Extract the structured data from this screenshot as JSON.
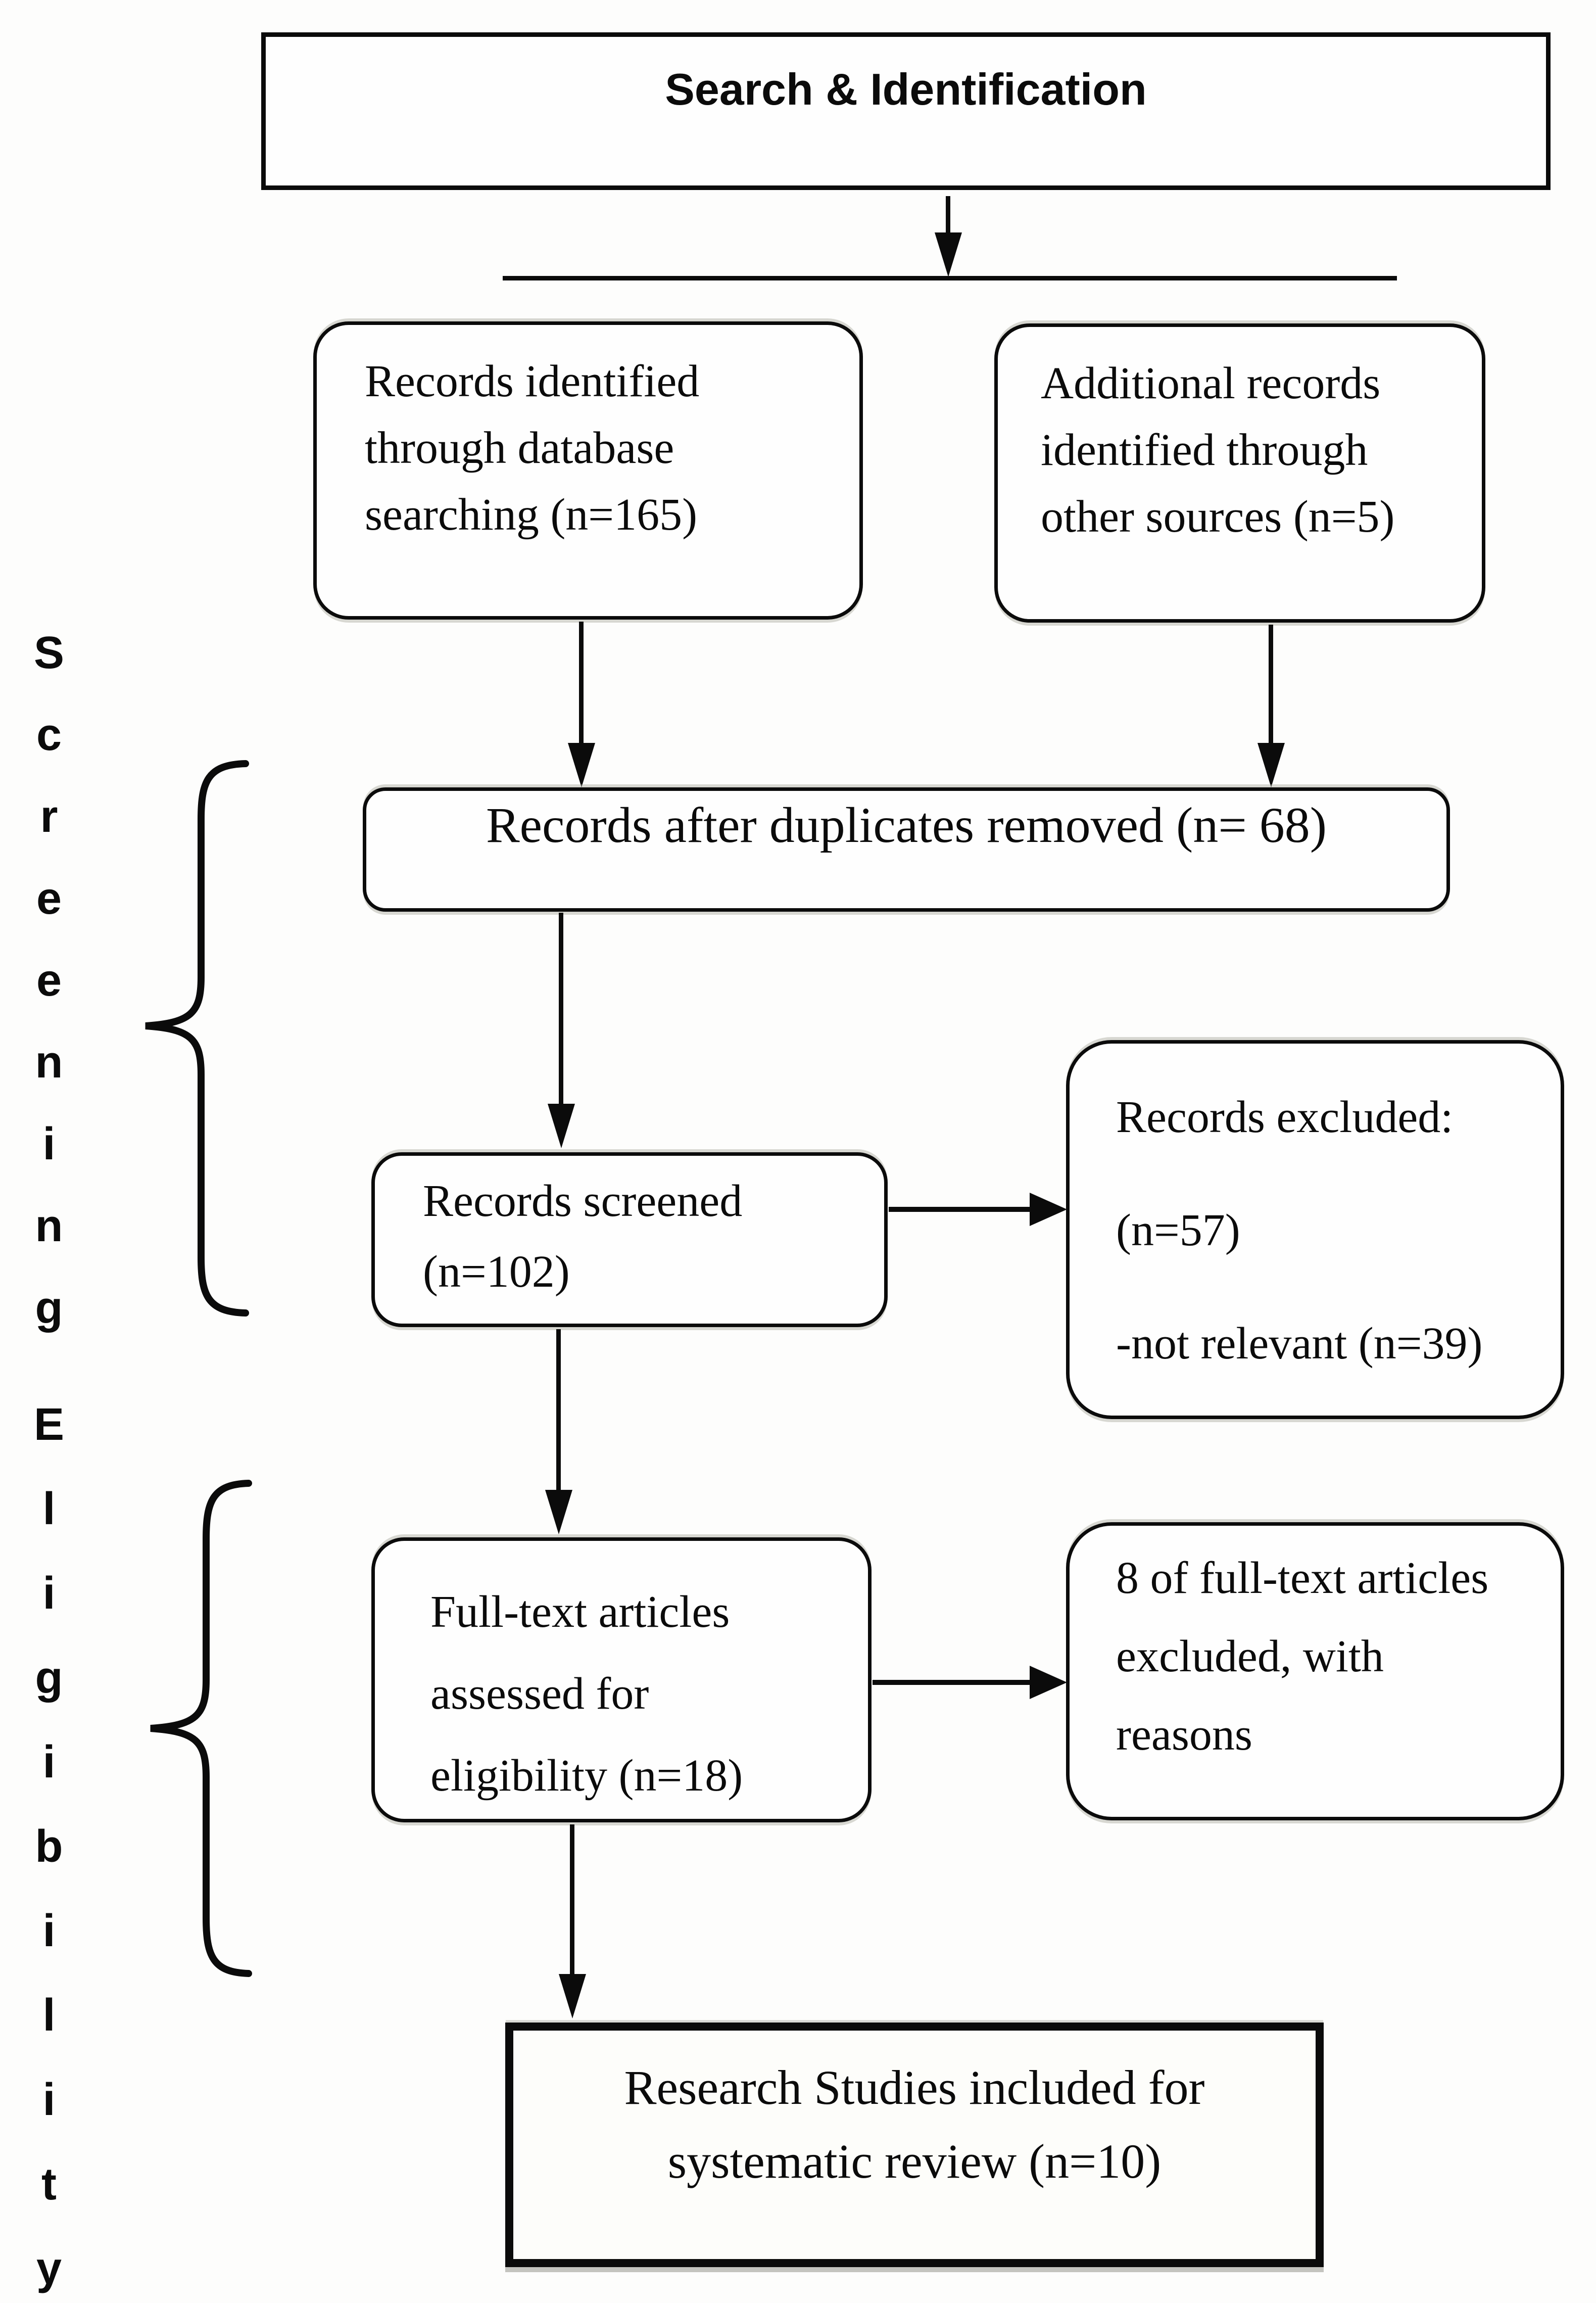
{
  "colors": {
    "ink": "#0b0b0b",
    "background": "#fdfdfc",
    "shadow_gray": "#a8a89e"
  },
  "title_box": {
    "label": "Search & Identification"
  },
  "side_labels": {
    "screening": {
      "word": "Screening",
      "letters": [
        "S",
        "c",
        "r",
        "e",
        "e",
        "n",
        "i",
        "n",
        "g"
      ]
    },
    "eligibility": {
      "word": "Eligibility",
      "letters": [
        "E",
        "l",
        "i",
        "g",
        "i",
        "b",
        "i",
        "l",
        "i",
        "t",
        "y"
      ]
    }
  },
  "boxes": {
    "identified": {
      "lines": [
        "Records identified",
        "through database",
        "searching (n=165)"
      ]
    },
    "additional": {
      "lines": [
        "Additional records",
        "identified through",
        "other sources (n=5)"
      ]
    },
    "deduplicated": {
      "lines": [
        "Records after duplicates removed (n= 68)"
      ]
    },
    "screened": {
      "lines": [
        "Records screened",
        "(n=102)"
      ]
    },
    "excluded": {
      "lines": [
        "Records excluded:",
        "(n=57)",
        "-not relevant (n=39)"
      ]
    },
    "full_text": {
      "lines": [
        "Full-text articles",
        "assessed for",
        "eligibility (n=18)"
      ]
    },
    "full_text_excluded": {
      "lines": [
        "8 of full-text articles",
        "excluded, with",
        "reasons"
      ]
    },
    "included": {
      "lines": [
        "Research Studies included for",
        "systematic review (n=10)"
      ]
    }
  }
}
